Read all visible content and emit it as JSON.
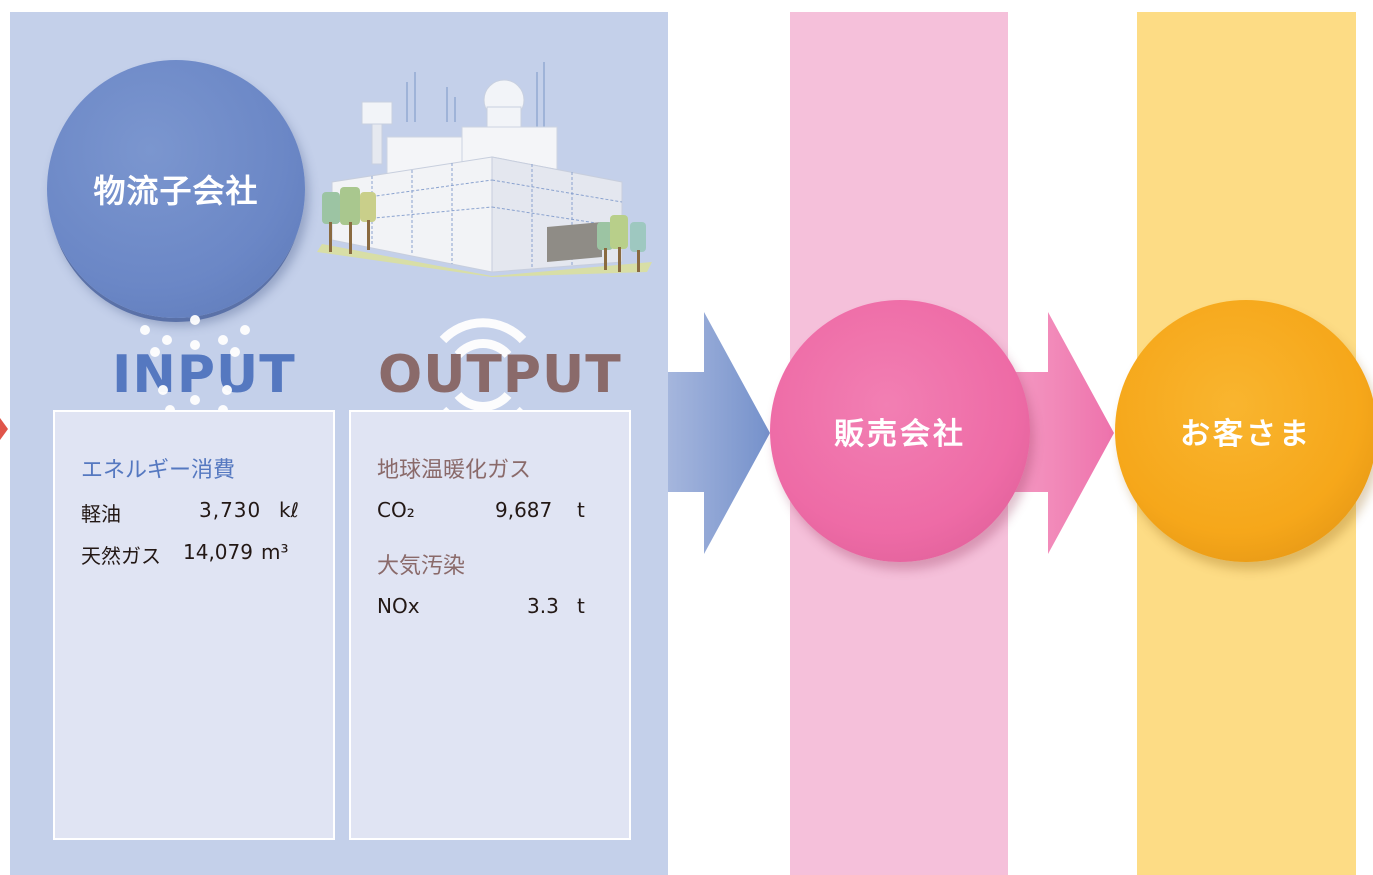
{
  "logistics": {
    "label": "物流子会社"
  },
  "input": {
    "heading": "INPUT",
    "category": "エネルギー消費",
    "items": [
      {
        "name": "軽油",
        "value": "3,730",
        "unit": "kℓ"
      },
      {
        "name": "天然ガス",
        "value": "14,079",
        "unit": "m³"
      }
    ]
  },
  "output": {
    "heading": "OUTPUT",
    "categories": [
      {
        "title": "地球温暖化ガス",
        "items": [
          {
            "name": "CO₂",
            "value": "9,687",
            "unit": "t"
          }
        ]
      },
      {
        "title": "大気汚染",
        "items": [
          {
            "name": "NOx",
            "value": "3.3",
            "unit": "t"
          }
        ]
      }
    ]
  },
  "sales": {
    "label": "販売会社"
  },
  "customer": {
    "label": "お客さま"
  },
  "colors": {
    "logistics_panel": "#c4d0ea",
    "sales_column": "#f5c0da",
    "customer_column": "#fddc85",
    "logistics_circle": "#6b87c6",
    "sales_circle": "#ee6ba6",
    "customer_circle": "#f6a71a",
    "input_text": "#5578c0",
    "output_text": "#8a6a6a"
  }
}
